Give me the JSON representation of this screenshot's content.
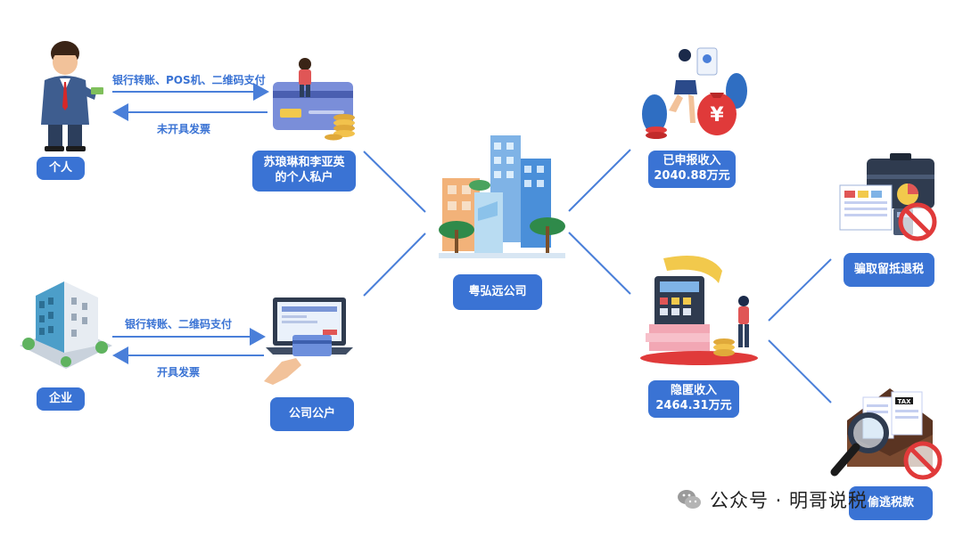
{
  "nodes": {
    "individual": "个人",
    "private_account": "苏琅琳和李亚英\n的个人私户",
    "enterprise": "企业",
    "corporate_account": "公司公户",
    "company": "粤弘远公司",
    "declared_income": "已申报收入\n2040.88万元",
    "hidden_income": "隐匿收入\n2464.31万元",
    "tax_refund_fraud": "骗取留抵退税",
    "tax_evasion": "偷逃税款"
  },
  "flows": {
    "individual_pay": "银行转账、POS机、二维码支付",
    "individual_invoice": "未开具发票",
    "enterprise_pay": "银行转账、二维码支付",
    "enterprise_invoice": "开具发票"
  },
  "illustration_text": {
    "bill_symbol": "¥",
    "tax_label": "TAX"
  },
  "watermark": {
    "text": "公众号 · 明哥说税"
  },
  "colors": {
    "accent": "#3a73d4",
    "line": "#4a7fd9",
    "prohibited": "#e03a3a"
  },
  "icons": [
    "businessman-icon",
    "bank-card-icon",
    "office-building-icon",
    "laptop-payment-icon",
    "city-buildings-icon",
    "woman-money-bag-icon",
    "calculator-cash-icon",
    "briefcase-documents-icon",
    "magnifier-tax-document-icon",
    "prohibited-icon",
    "wechat-icon"
  ]
}
